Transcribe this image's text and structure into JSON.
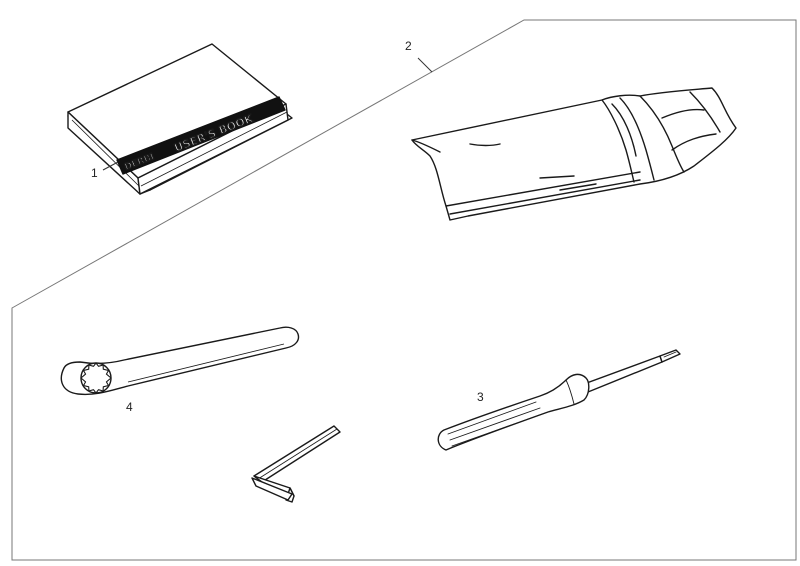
{
  "colors": {
    "line": "#1a1a1a",
    "frame": "#777777",
    "paper": "#ffffff",
    "cover_band": "#111111"
  },
  "parts": [
    {
      "number": "1",
      "icon": "users-book-icon"
    },
    {
      "number": "2",
      "icon": "tool-bag-icon"
    },
    {
      "number": "3",
      "icon": "screwdriver-icon"
    },
    {
      "number": "4",
      "icon": "ring-spanner-icon"
    },
    {
      "number": "",
      "icon": "hex-key-icon"
    }
  ],
  "book": {
    "brand": "DERBI",
    "title": "USER'S BOOK"
  }
}
